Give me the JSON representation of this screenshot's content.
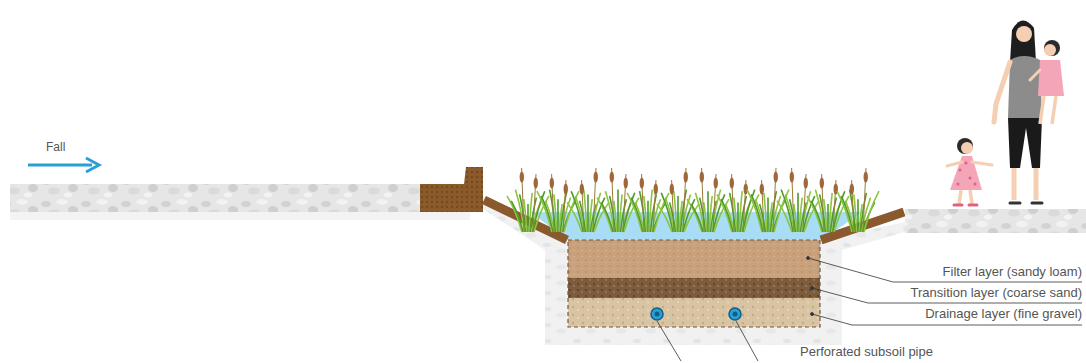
{
  "diagram": {
    "labels": [
      "Fall",
      "Filter layer (sandy loam)",
      "Transition layer (coarse sand)",
      "Drainage layer (fine gravel)",
      "Perforated subsoil pipe"
    ]
  }
}
